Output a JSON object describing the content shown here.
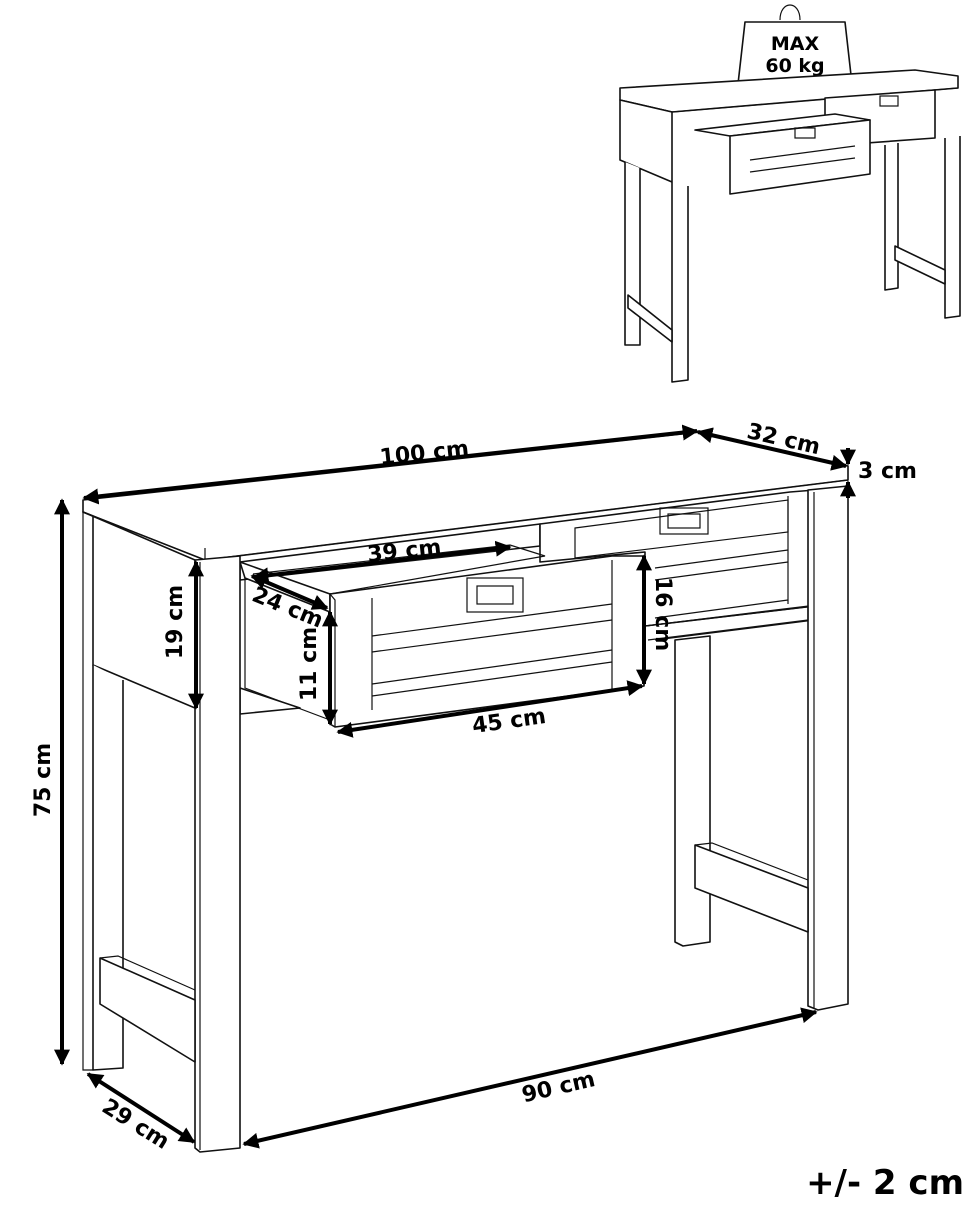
{
  "weight_limit": {
    "line1": "MAX",
    "line2": "60 kg"
  },
  "dimensions": {
    "width": "100 cm",
    "depth": "32 cm",
    "top_thickness": "3 cm",
    "height": "75 cm",
    "apron_height": "19 cm",
    "drawer_width_inner": "39 cm",
    "drawer_depth": "24 cm",
    "drawer_height": "11 cm",
    "drawer_front_height": "16 cm",
    "drawer_front_width": "45 cm",
    "leg_span": "90 cm",
    "base_depth": "29 cm"
  },
  "tolerance": "+/- 2 cm"
}
